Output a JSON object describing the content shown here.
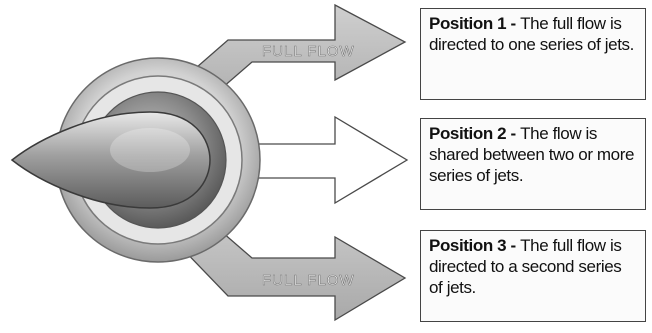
{
  "arrows": {
    "top_label": "FULL FLOW",
    "bottom_label": "FULL FLOW"
  },
  "positions": [
    {
      "title": "Position 1",
      "separator": " - ",
      "text": "The full flow is directed to one series of jets."
    },
    {
      "title": "Position 2",
      "separator": " - ",
      "text": "The flow is shared between two or more series of jets."
    },
    {
      "title": "Position 3",
      "separator": " - ",
      "text": "The full flow is directed to a second series of jets."
    }
  ],
  "colors": {
    "arrow_fill": "#bdbdbd",
    "arrow_outline": "#4a4a4a",
    "dial_outer": "#d9d9d9",
    "dial_inner": "#8e8e8e",
    "box_border": "#444444"
  }
}
